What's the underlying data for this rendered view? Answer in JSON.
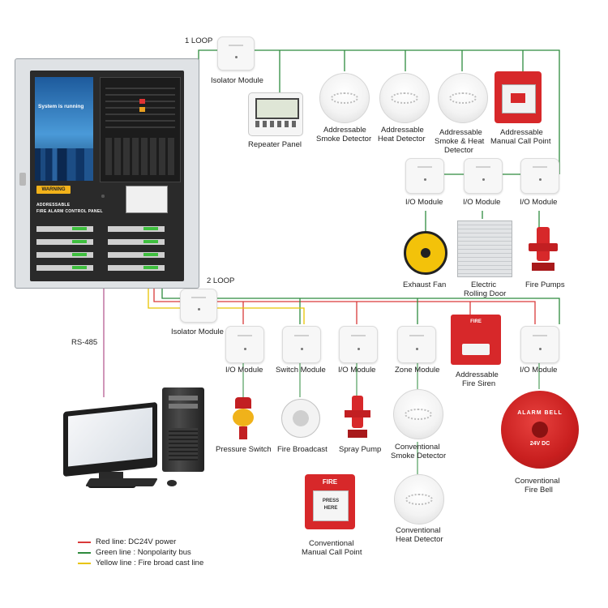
{
  "colors": {
    "red_line": "#d93a3a",
    "green_line": "#2e8b3e",
    "yellow_line": "#e8c400",
    "rs485_line": "#b0508a",
    "panel_screen": "#2a6fb0",
    "panel_body": "#2a2a2a"
  },
  "panel": {
    "screen_status": "System is running",
    "warning_badge": "WARNING",
    "title_line1": "ADDRESSABLE",
    "title_line2": "FIRE ALARM CONTROL PANEL"
  },
  "loops": {
    "loop1": "1 LOOP",
    "loop2": "2 LOOP"
  },
  "rs485": "RS-485",
  "devices": {
    "isolator1": "Isolator Module",
    "repeater": "Repeater Panel",
    "smoke1_a": "Addressable",
    "smoke1_b": "Smoke Detector",
    "heat1_a": "Addressable",
    "heat1_b": "Heat Detector",
    "smokeheat_a": "Addressable",
    "smokeheat_b": "Smoke & Heat",
    "smokeheat_c": "Detector",
    "mcp1_a": "Addressable",
    "mcp1_b": "Manual Call Point",
    "io1": "I/O Module",
    "io2": "I/O Module",
    "io3": "I/O Module",
    "fan": "Exhaust Fan",
    "door_a": "Electric",
    "door_b": "Rolling Door",
    "pumps": "Fire Pumps",
    "isolator2": "Isolator Module",
    "io4": "I/O Module",
    "switch_module": "Switch  Module",
    "io5": "I/O Module",
    "zone": "Zone Module",
    "siren_a": "Addressable",
    "siren_b": "Fire Siren",
    "io6": "I/O Module",
    "pressure": "Pressure Switch",
    "broadcast": "Fire Broadcast",
    "spray": "Spray Pump",
    "conv_smoke_a": "Conventional",
    "conv_smoke_b": "Smoke Detector",
    "bell_a": "Conventional",
    "bell_b": "Fire Bell",
    "conv_mcp_a": "Conventional",
    "conv_mcp_b": "Manual Call Point",
    "conv_heat_a": "Conventional",
    "conv_heat_b": "Heat Detector"
  },
  "device_text": {
    "siren_top": "FIRE",
    "bell_ring": "ALARM BELL",
    "bell_volt": "24V DC",
    "mcp_fire": "FIRE",
    "mcp_press1": "PRESS",
    "mcp_press2": "HERE"
  },
  "legend": [
    {
      "label": "Red line: DC24V power"
    },
    {
      "label": "Green line : Nonpolarity bus"
    },
    {
      "label": "Yellow line : Fire broad cast line"
    }
  ]
}
